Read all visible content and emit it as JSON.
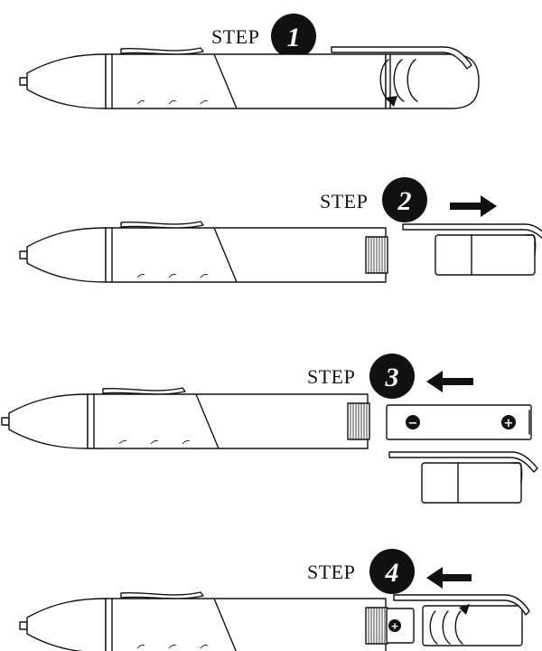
{
  "steps": [
    {
      "word": "STEP",
      "number": "1",
      "action": "unscrew-cap",
      "arrow": "rotate-icon"
    },
    {
      "word": "STEP",
      "number": "2",
      "action": "remove-cap",
      "arrow": "arrow-right-icon"
    },
    {
      "word": "STEP",
      "number": "3",
      "action": "insert-battery",
      "arrow": "arrow-left-icon",
      "battery": {
        "left_terminal": "−",
        "right_terminal": "+"
      }
    },
    {
      "word": "STEP",
      "number": "4",
      "action": "replace-and-screw-cap",
      "arrow": "arrow-left-icon",
      "battery": {
        "visible_terminal": "+"
      }
    }
  ],
  "colors": {
    "ink": "#111111",
    "paper": "#ffffff"
  }
}
